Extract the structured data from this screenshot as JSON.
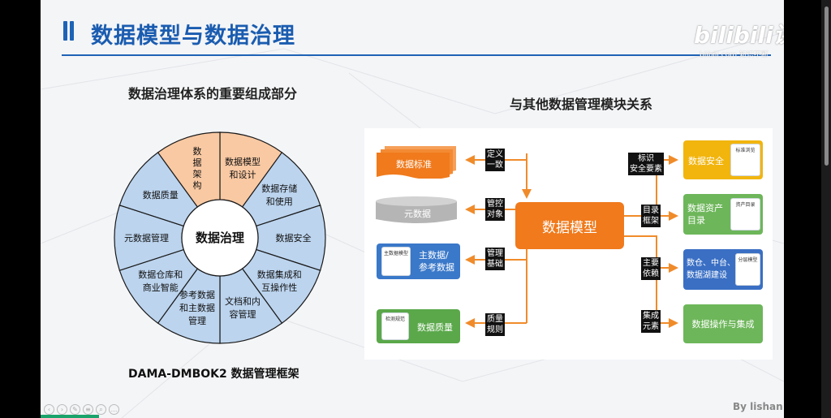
{
  "slide": {
    "title": "数据模型与数据治理",
    "brand": "bilibili课堂",
    "brand_sub": "blibili.com  知识不断",
    "left_subtitle": "数据治理体系的重要组成部分",
    "right_subtitle": "与其他数据管理模块关系",
    "left_caption": "DAMA-DMBOK2 数据管理框架",
    "footer": "By lishan"
  },
  "wheel": {
    "center": "数据治理",
    "segments": [
      {
        "label_lines": [
          "数据模型",
          "和设计"
        ],
        "highlight": true
      },
      {
        "label_lines": [
          "数据存储",
          "和使用"
        ],
        "highlight": false
      },
      {
        "label_lines": [
          "数据安全"
        ],
        "highlight": false
      },
      {
        "label_lines": [
          "数据集成和",
          "互操作性"
        ],
        "highlight": false
      },
      {
        "label_lines": [
          "文档和内",
          "容管理"
        ],
        "highlight": false
      },
      {
        "label_lines": [
          "参考数据",
          "和主数据",
          "管理"
        ],
        "highlight": false
      },
      {
        "label_lines": [
          "数据仓库和",
          "商业智能"
        ],
        "highlight": false
      },
      {
        "label_lines": [
          "元数据管理"
        ],
        "highlight": false
      },
      {
        "label_lines": [
          "数据质量"
        ],
        "highlight": false
      },
      {
        "label_lines": [
          "数",
          "据",
          "架",
          "构"
        ],
        "highlight": true
      }
    ],
    "colors": {
      "highlight": "#f9c9a3",
      "normal": "#bcd4ee",
      "center": "#ffffff",
      "stroke": "#1a1a1a"
    }
  },
  "diagram": {
    "center": "数据模型",
    "left_nodes": {
      "standard": "数据标准",
      "metadata": "元数据",
      "master": {
        "line1": "主数据/",
        "line2": "参考数据",
        "thumb": "主数据模型"
      },
      "quality": {
        "label": "数据质量",
        "thumb": "检测规范"
      }
    },
    "left_labels": [
      {
        "line1": "定义",
        "line2": "一致"
      },
      {
        "line1": "管控",
        "line2": "对象"
      },
      {
        "line1": "管理",
        "line2": "基础"
      },
      {
        "line1": "质量",
        "line2": "规则"
      }
    ],
    "right_labels": [
      {
        "line1": "标识",
        "line2": "安全要素"
      },
      {
        "line1": "目录",
        "line2": "框架"
      },
      {
        "line1": "主要",
        "line2": "依赖"
      },
      {
        "line1": "集成",
        "line2": "元素"
      }
    ],
    "right_nodes": {
      "security": {
        "label": "数据安全",
        "thumb": "标准浏览"
      },
      "asset": {
        "line1": "数据资产",
        "line2": "目录",
        "thumb": "资产目录"
      },
      "warehouse": {
        "line1": "数仓、中台、",
        "line2": "数据湖建设",
        "thumb": "分层模型"
      },
      "ops": {
        "label": "数据操作与集成"
      }
    },
    "colors": {
      "arrow": "#f08b2a",
      "center": "#f07a1c",
      "standard": "#f07a1c",
      "metadata": "#b5b5b5",
      "master": "#3a78c9",
      "quality": "#5aa84a",
      "security": "#f2b50e",
      "green": "#6db65a",
      "blue": "#3a6fc4"
    }
  }
}
